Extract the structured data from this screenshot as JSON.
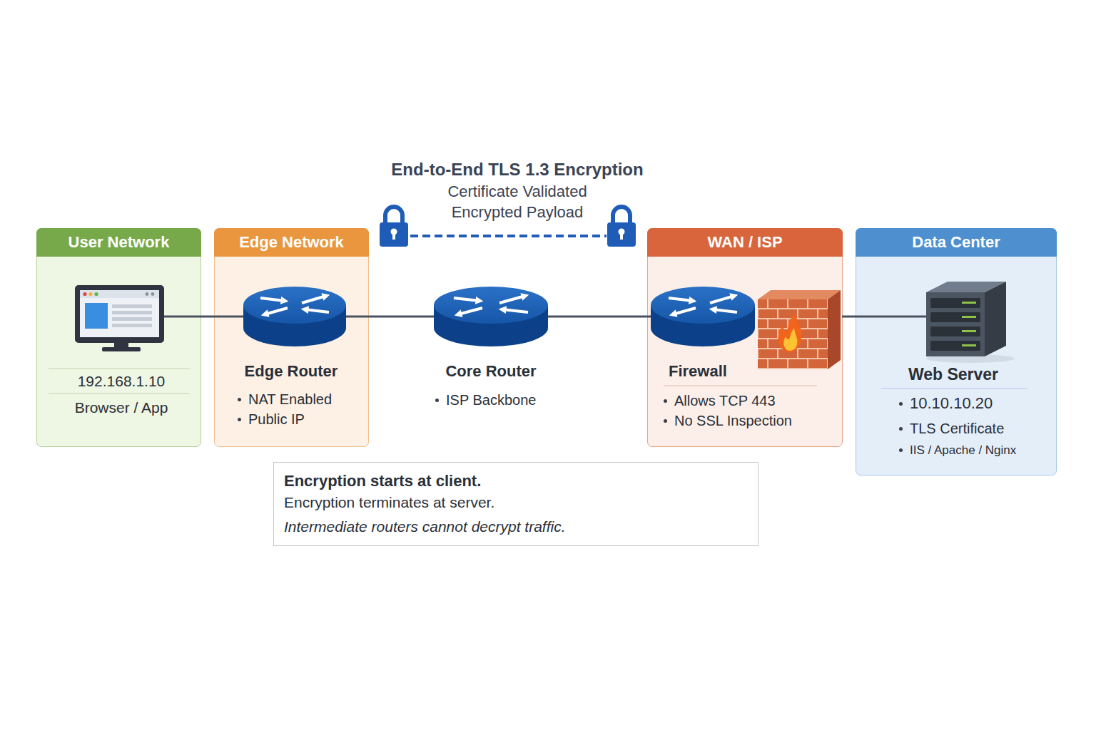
{
  "diagram": {
    "title": "End-to-End TLS 1.3 Encryption",
    "nodes": [
      {
        "text": [
          "User Network"
        ]
      },
      {
        "text": [
          "192.168.1.10",
          "Browser / App"
        ],
        "in": 0
      },
      {
        "text": [
          "Edge Network"
        ]
      },
      {
        "text": [
          "Edge Router",
          "NAT Enabled",
          "Public IP"
        ],
        "in": 2
      },
      {
        "text": [
          "Core Router",
          "ISP Backbone"
        ]
      },
      {
        "text": [
          "WAN / ISP"
        ]
      },
      {
        "text": [
          "Firewall",
          "Allows TCP 443",
          "No SSL Inspection"
        ],
        "in": 5
      },
      {
        "text": [
          "Data Center"
        ]
      },
      {
        "text": [
          "Web Server",
          "10.10.10.20",
          "TLS Certificate",
          "IIS / Apache / Nginx"
        ],
        "in": 7
      },
      {
        "text": [
          "Encryption starts at client.",
          "Encryption terminates at server.",
          "Intermediate routers cannot decrypt traffic."
        ]
      }
    ],
    "edges": [
      {
        "from": 1,
        "to": 3,
        "arrow": "none"
      },
      {
        "from": 3,
        "to": 4,
        "arrow": "none"
      },
      {
        "from": 4,
        "to": 6,
        "arrow": "none"
      },
      {
        "from": 6,
        "to": 8,
        "arrow": "none"
      }
    ],
    "labels": [
      "Certificate Validated",
      "Encrypted Payload"
    ]
  }
}
